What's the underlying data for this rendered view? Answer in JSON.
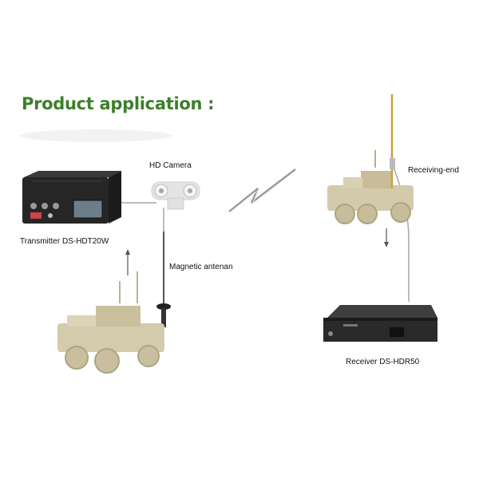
{
  "title": "Product application :",
  "labels": {
    "hd_camera": "HD Camera",
    "transmitter": "Transmitter DS-HDT20W",
    "magnetic_antenna": "Magnetic antenan",
    "receiving_end": "Receiving-end",
    "receiver": "Receiver DS-HDR50"
  },
  "colors": {
    "title": "#3c7f2a",
    "vehicle": "#cfc6a6",
    "device": "#2c2c2c",
    "cable": "#9a9a9a"
  },
  "icons": [
    "truck-icon",
    "camera-icon",
    "antenna-icon",
    "lightning-icon",
    "arrow-up-icon",
    "arrow-down-icon"
  ]
}
